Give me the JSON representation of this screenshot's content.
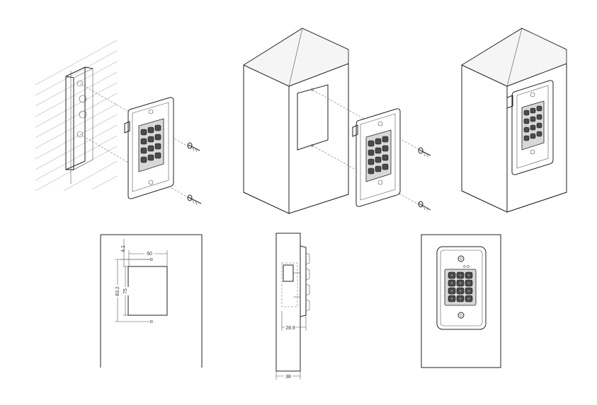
{
  "dimensions": {
    "top_offset": "4.1",
    "cutout_width": "50",
    "outer_height": "83.2",
    "cutout_height": "75",
    "depth_keypad": "28.9",
    "depth_box": "38"
  }
}
